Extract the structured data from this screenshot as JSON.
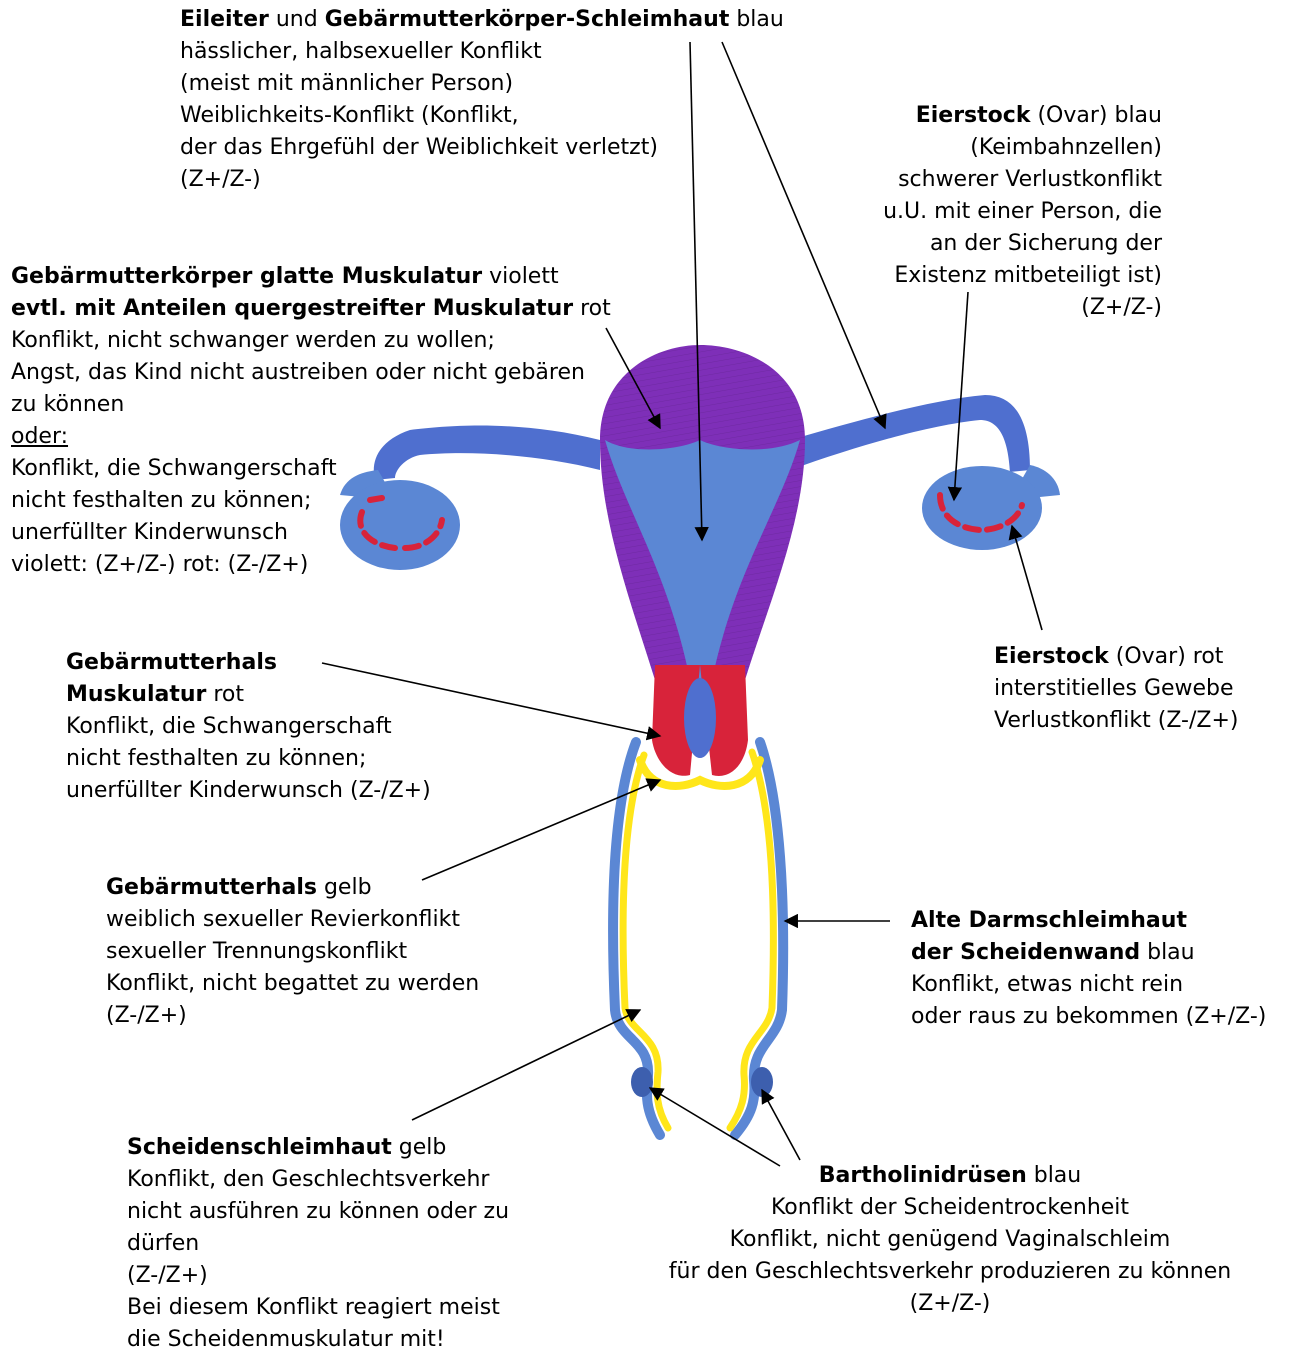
{
  "colors": {
    "blue": "#5b87d4",
    "blue_dark": "#3d5fae",
    "violet": "#7e2fb8",
    "red": "#d8233a",
    "yellow": "#ffe61a",
    "line": "#000000"
  },
  "labels": {
    "eileiter": {
      "title1": "Eileiter",
      "mid": " und ",
      "title2": "Gebärmutterkörper-Schleimhaut",
      "color": " blau",
      "lines": [
        "hässlicher, halbsexueller Konflikt",
        "(meist mit männlicher Person)",
        "Weiblichkeits-Konflikt (Konflikt,",
        "der das Ehrgefühl der Weiblichkeit verletzt)",
        "(Z+/Z-)"
      ]
    },
    "eierstock_blau": {
      "title": "Eierstock",
      "color": " (Ovar) blau",
      "lines": [
        "(Keimbahnzellen)",
        "schwerer Verlustkonflikt",
        "u.U. mit einer Person, die",
        "an der Sicherung der",
        "Existenz mitbeteiligt ist)",
        "(Z+/Z-)"
      ]
    },
    "muskulatur": {
      "title1": "Gebärmutterkörper glatte Muskulatur",
      "color1": " violett",
      "title2": "evtl. mit Anteilen quergestreifter Muskulatur",
      "color2": " rot",
      "lines_a": [
        "Konflikt, nicht schwanger werden zu wollen;",
        "Angst, das Kind nicht austreiben oder nicht gebären",
        "zu können"
      ],
      "oder": "oder:",
      "lines_b": [
        "Konflikt, die Schwangerschaft",
        "nicht festhalten zu können;",
        "unerfüllter Kinderwunsch",
        "violett: (Z+/Z-) rot: (Z-/Z+)"
      ]
    },
    "eierstock_rot": {
      "title": "Eierstock",
      "color": " (Ovar) rot",
      "lines": [
        "interstitielles Gewebe",
        "Verlustkonflikt (Z-/Z+)"
      ]
    },
    "hals_muskulatur": {
      "title1": "Gebärmutterhals",
      "title2": "Muskulatur",
      "color": " rot",
      "lines": [
        "Konflikt, die Schwangerschaft",
        "nicht festhalten zu können;",
        "unerfüllter Kinderwunsch (Z-/Z+)"
      ]
    },
    "hals_gelb": {
      "title": "Gebärmutterhals",
      "color": " gelb",
      "lines": [
        "weiblich sexueller Revierkonflikt",
        "sexueller Trennungskonflikt",
        "Konflikt, nicht begattet zu werden",
        "(Z-/Z+)"
      ]
    },
    "darmschleimhaut": {
      "title1": "Alte Darmschleimhaut",
      "title2": "der Scheidenwand",
      "color": " blau",
      "lines": [
        "Konflikt, etwas nicht rein",
        "oder raus zu bekommen (Z+/Z-)"
      ]
    },
    "scheidenschleimhaut": {
      "title": "Scheidenschleimhaut",
      "color": " gelb",
      "lines": [
        "Konflikt, den Geschlechtsverkehr",
        "nicht ausführen zu können oder zu",
        "dürfen",
        "(Z-/Z+)",
        "Bei diesem Konflikt reagiert meist",
        "die Scheidenmuskulatur mit!"
      ]
    },
    "bartholini": {
      "title": "Bartholinidrüsen",
      "color": " blau",
      "lines": [
        "Konflikt der Scheidentrockenheit",
        "Konflikt, nicht genügend Vaginalschleim",
        "für den Geschlechtsverkehr produzieren zu können",
        "(Z+/Z-)"
      ]
    }
  }
}
